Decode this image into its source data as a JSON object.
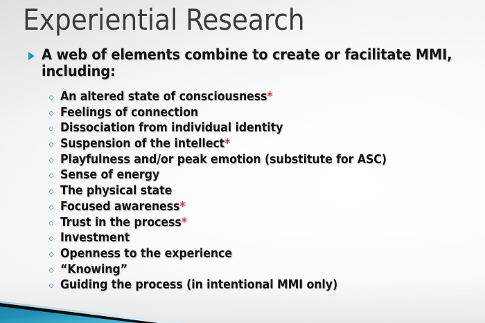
{
  "slide": {
    "title": "Experiential Research",
    "level1": {
      "marker": "triangle-bullet",
      "text": "A web of elements combine to create or facilitate MMI, including:"
    },
    "level2": {
      "marker": "hollow-circle-bullet",
      "items": [
        {
          "text": "An altered state of consciousness",
          "starred": true
        },
        {
          "text": "Feelings of connection",
          "starred": false
        },
        {
          "text": "Dissociation from individual identity",
          "starred": false
        },
        {
          "text": "Suspension of the intellect",
          "starred": true
        },
        {
          "text": "Playfulness and/or peak emotion (substitute for ASC)",
          "starred": false
        },
        {
          "text": "Sense of energy",
          "starred": false
        },
        {
          "text": "The physical state",
          "starred": false
        },
        {
          "text": "Focused awareness",
          "starred": true
        },
        {
          "text": "Trust in the process",
          "starred": true
        },
        {
          "text": "Investment",
          "starred": false
        },
        {
          "text": "Openness to the experience",
          "starred": false
        },
        {
          "text": "“Knowing”",
          "starred": false
        },
        {
          "text": "Guiding the process (in intentional MMI only)",
          "starred": false
        }
      ],
      "star_glyph": "*"
    }
  },
  "theme": {
    "accent_teal": "#2596b8",
    "accent_teal_dark": "#0f7ba1",
    "accent_light_blue": "#b9d9e6",
    "accent_black": "#111111",
    "star_red": "#e8202a",
    "title_gray": "#3c3c3c",
    "body_black": "#131313",
    "background_light": "#eceded",
    "background_white": "#ffffff"
  },
  "decoration": {
    "name": "bottom-left-diagonal-bands"
  }
}
